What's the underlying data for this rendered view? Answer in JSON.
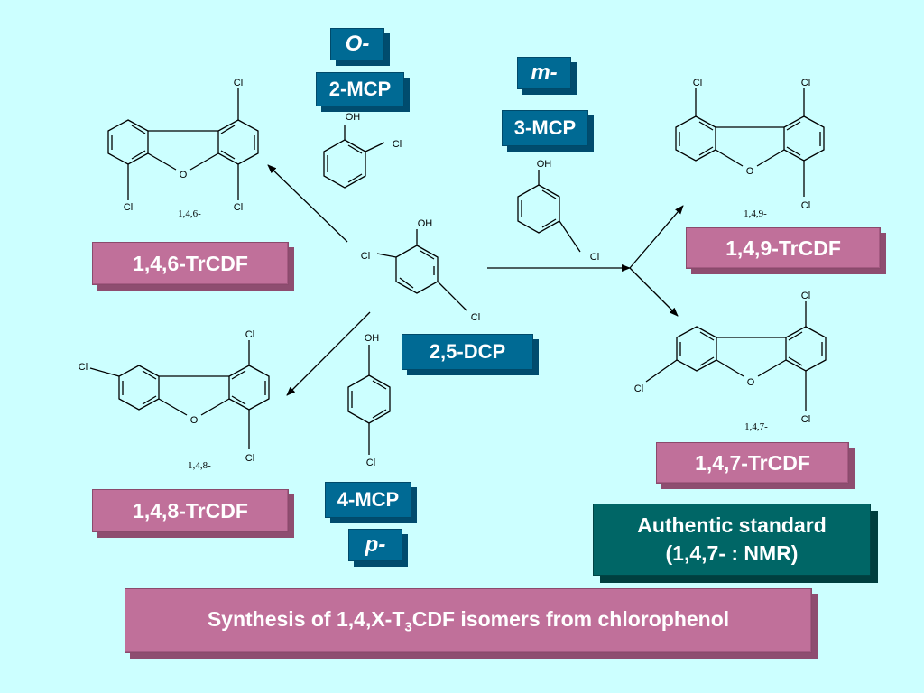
{
  "boxes": {
    "o_prefix": "O-",
    "mcp2": "2-MCP",
    "m_prefix": "m-",
    "mcp3": "3-MCP",
    "dcp25": "2,5-DCP",
    "mcp4": "4-MCP",
    "p_prefix": "p-",
    "trcdf146": "1,4,6-TrCDF",
    "trcdf149": "1,4,9-TrCDF",
    "trcdf147": "1,4,7-TrCDF",
    "trcdf148": "1,4,8-TrCDF",
    "standard_line1": "Authentic standard",
    "standard_line2": "(1,4,7-  :  NMR)"
  },
  "title": {
    "part1": "Synthesis of 1,4,X-T",
    "sub": "3",
    "part2": "CDF isomers from chlorophenol"
  },
  "structures": {
    "cl": "Cl",
    "oh": "OH",
    "o": "O",
    "n146": "1,4,6-",
    "n149": "1,4,9-",
    "n147": "1,4,7-",
    "n148": "1,4,8-"
  },
  "colors": {
    "background": "#ccffff",
    "pink_box": "#c0709a",
    "blue_box": "#006a94",
    "teal_box": "#006666"
  }
}
